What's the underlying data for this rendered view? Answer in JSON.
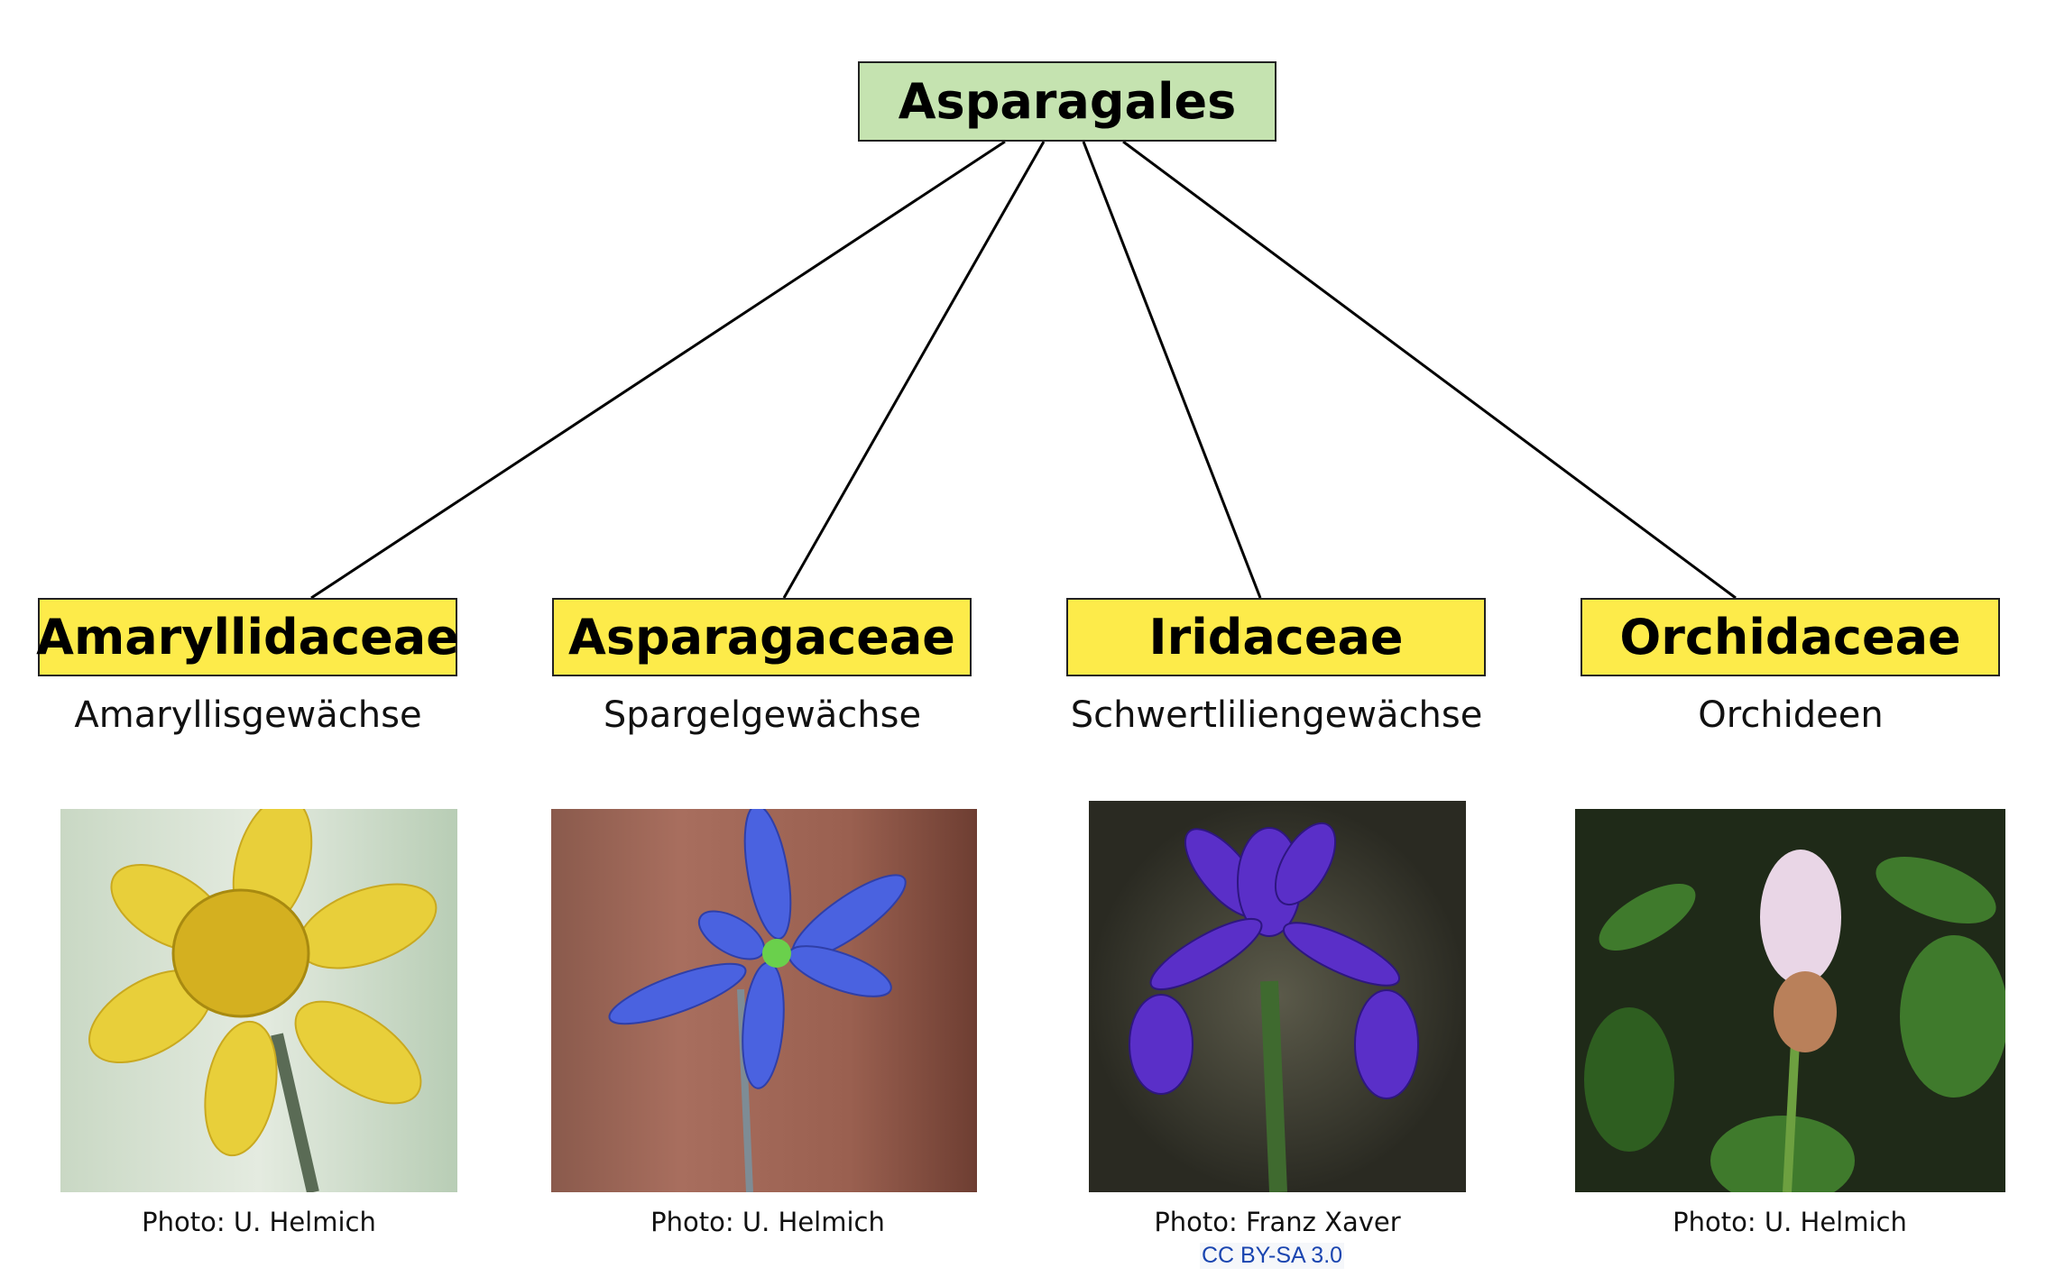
{
  "root": {
    "label": "Asparagales"
  },
  "families": [
    {
      "label": "Amaryllidaceae",
      "common": "Amaryllisgewächse",
      "caption": "Photo: U. Helmich",
      "photo": "daffodil-photo"
    },
    {
      "label": "Asparagaceae",
      "common": "Spargelgewächse",
      "caption": "Photo: U. Helmich",
      "photo": "scilla-photo"
    },
    {
      "label": "Iridaceae",
      "common": "Schwertliliengewächse",
      "caption": "Photo: Franz Xaver",
      "license": "CC BY-SA 3.0",
      "photo": "iris-photo"
    },
    {
      "label": "Orchidaceae",
      "common": "Orchideen",
      "caption": "Photo: U. Helmich",
      "photo": "orchid-photo"
    }
  ],
  "colors": {
    "root_fill": "#c5e3b0",
    "family_fill": "#fdeb4a",
    "license_link": "#1a45b0"
  }
}
